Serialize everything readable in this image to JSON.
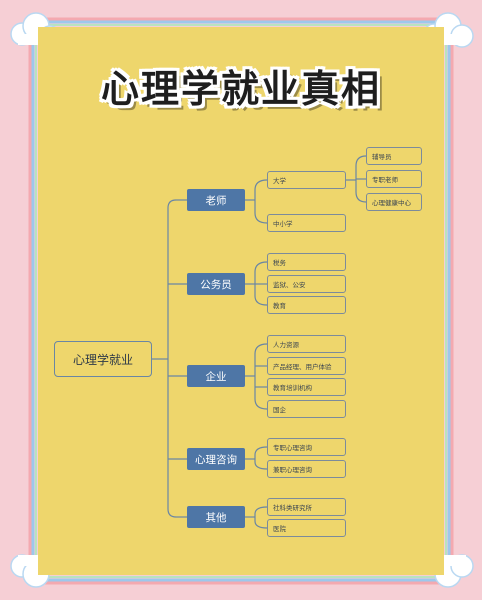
{
  "title": "心理学就业真相",
  "root": "心理学就业",
  "branches": [
    {
      "label": "老师",
      "children": [
        "大学",
        "中小学"
      ],
      "grandchildren": [
        "辅导员",
        "专职老师",
        "心理健康中心"
      ]
    },
    {
      "label": "公务员",
      "children": [
        "税务",
        "监狱、公安",
        "教育"
      ]
    },
    {
      "label": "企业",
      "children": [
        "人力资源",
        "产品经理、用户体验",
        "教育培训机构",
        "国企"
      ]
    },
    {
      "label": "心理咨询",
      "children": [
        "专职心理咨询",
        "兼职心理咨询"
      ]
    },
    {
      "label": "其他",
      "children": [
        "社科类研究所",
        "医院"
      ]
    }
  ],
  "colors": {
    "background": "#f6cfd5",
    "panel": "#eed66c",
    "branch_fill": "#4e76a6",
    "line": "#6a86a4"
  }
}
